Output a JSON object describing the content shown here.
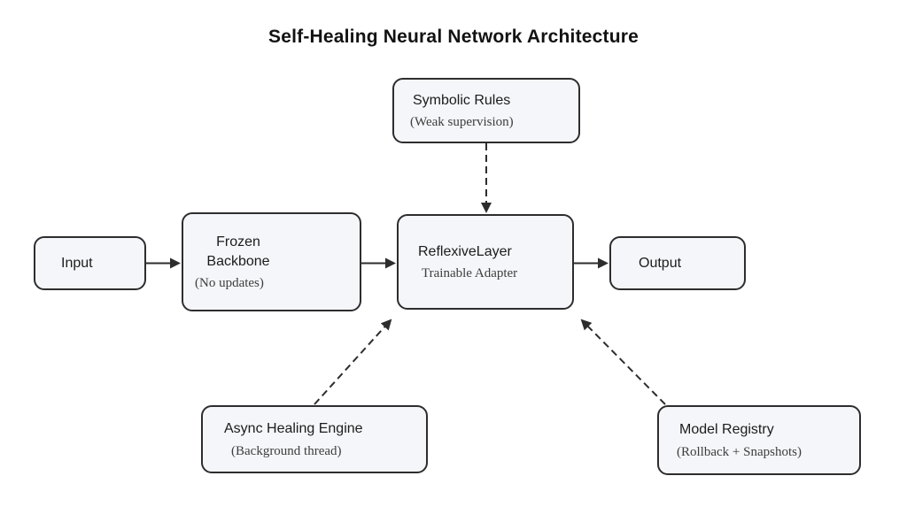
{
  "title": "Self-Healing Neural Network Architecture",
  "colors": {
    "background": "#ffffff",
    "node_fill": "#f5f6fa",
    "node_border": "#2d2d2d",
    "arrow": "#2d2d2d",
    "label": "#1c1c1c",
    "sublabel": "#3d3d3d",
    "title": "#121212"
  },
  "diagram": {
    "nodes": [
      {
        "id": "symbolic-rules",
        "label": "Symbolic Rules",
        "sublabel": "(Weak supervision)"
      },
      {
        "id": "input",
        "label": "Input",
        "sublabel": ""
      },
      {
        "id": "frozen-backbone",
        "label": "Frozen Backbone",
        "sublabel": "(No updates)"
      },
      {
        "id": "reflexive-layer",
        "label": "ReflexiveLayer",
        "sublabel": "Trainable Adapter"
      },
      {
        "id": "output",
        "label": "Output",
        "sublabel": ""
      },
      {
        "id": "async-healing-engine",
        "label": "Async Healing Engine",
        "sublabel": "(Background thread)"
      },
      {
        "id": "model-registry",
        "label": "Model Registry",
        "sublabel": "(Rollback + Snapshots)"
      }
    ],
    "edges": [
      {
        "from": "Input",
        "to": "Frozen Backbone",
        "style": "solid"
      },
      {
        "from": "Frozen Backbone",
        "to": "ReflexiveLayer",
        "style": "solid"
      },
      {
        "from": "ReflexiveLayer",
        "to": "Output",
        "style": "solid"
      },
      {
        "from": "Symbolic Rules",
        "to": "ReflexiveLayer",
        "style": "dashed"
      },
      {
        "from": "Async Healing Engine",
        "to": "ReflexiveLayer",
        "style": "dashed"
      },
      {
        "from": "Model Registry",
        "to": "ReflexiveLayer",
        "style": "dashed"
      }
    ]
  }
}
